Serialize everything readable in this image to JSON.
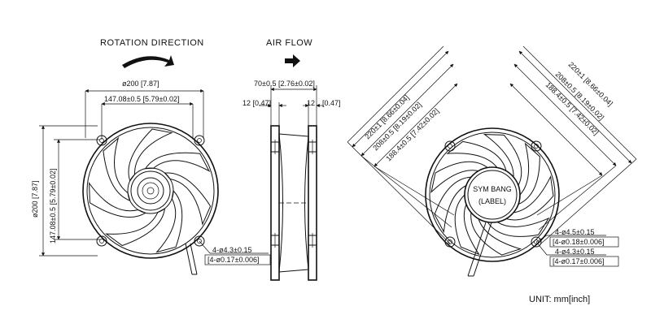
{
  "headers": {
    "rotation_direction": "ROTATION DIRECTION",
    "air_flow": "AIR FLOW"
  },
  "front_view": {
    "overall_width": "ø200 [7.87]",
    "hole_spacing_width": "147.08±0.5 [5.79±0.02]",
    "overall_height": "ø200 [7.87]",
    "hole_spacing_height": "147.08±0.5 [5.79±0.02]",
    "mount_holes_line1": "4-ø4.3±0.15",
    "mount_holes_line2": "[4-ø0.17±0.006]"
  },
  "side_view": {
    "depth": "70±0.5 [2.76±0.02]",
    "flange_left": "12 [0.47]",
    "flange_right_num": "12",
    "flange_right_inch": "[0.47]"
  },
  "rear_view": {
    "label_line1": "SYM BANG",
    "label_line2": "(LABEL)",
    "diag_outer": "220±1 [8.66±0.04]",
    "diag_mid": "208±0.5 [8.19±0.02]",
    "diag_inner": "188.4±0.5 [7.42±0.02]",
    "holes_a_line1": "4-ø4.5±0.15",
    "holes_a_line2": "[4-ø0.18±0.006]",
    "holes_b_line1": "4-ø4.3±0.15",
    "holes_b_line2": "[4-ø0.17±0.006]"
  },
  "footer": {
    "unit": "UNIT: mm[inch]"
  }
}
